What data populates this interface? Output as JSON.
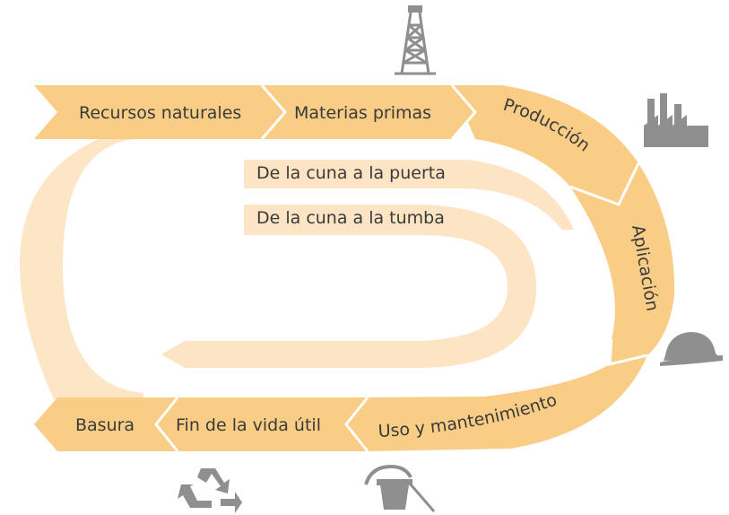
{
  "stages": {
    "recursos": "Recursos naturales",
    "materias": "Materias primas",
    "produccion": "Producción",
    "aplicacion": "Aplicación",
    "uso": "Uso y mantenimiento",
    "fin": "Fin de la vida útil",
    "basura": "Basura"
  },
  "scopes": {
    "puerta": "De la cuna a la puerta",
    "tumba": "De la cuna a la tumba"
  },
  "icons": [
    "oil-derrick-icon",
    "factory-icon",
    "hard-hat-icon",
    "vacuum-cleaner-icon",
    "recycle-icon"
  ],
  "colors": {
    "arrow": "#f9cd86",
    "loop": "#fde6c6",
    "inner_track": "#fde4c4",
    "icon": "#8f8f8f",
    "text": "#3a3a3a"
  }
}
